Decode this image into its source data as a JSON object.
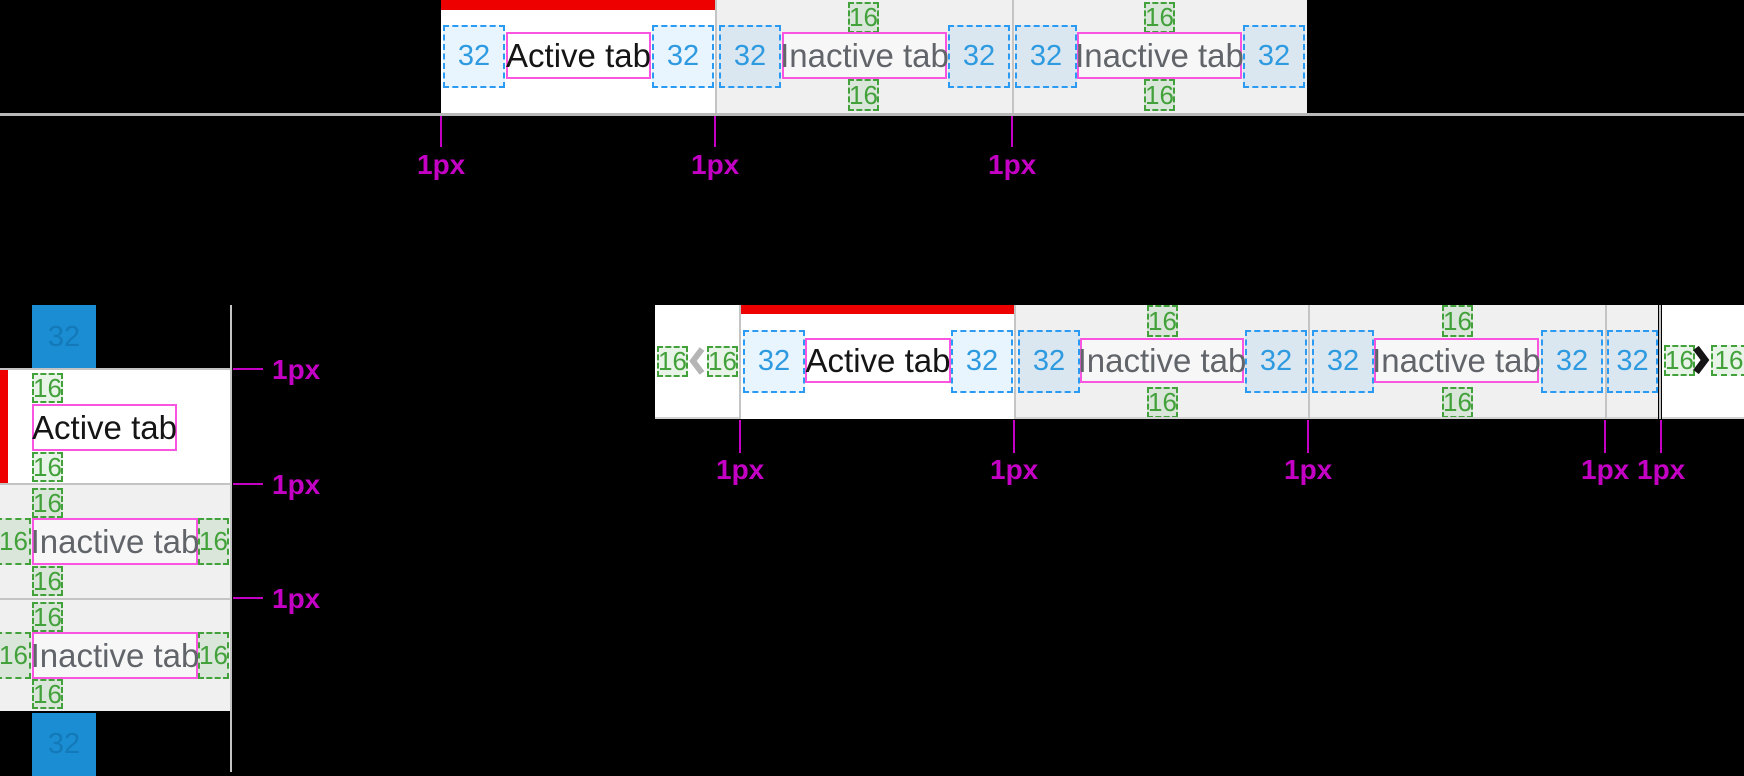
{
  "measure": {
    "gap32": "32",
    "gap16": "16",
    "border1": "1px"
  },
  "tabs": {
    "active": "Active tab",
    "inactive": "Inactive tab"
  },
  "colors": {
    "canvas": "#000000",
    "active_tab_bg": "#ffffff",
    "inactive_tab_bg": "#f0f0f0",
    "active_indicator_red": "#ee0000",
    "divider_gray": "#c4c4c4",
    "measure_blue": "#2b9af3",
    "measure_green": "#43a13c",
    "measure_pink": "#fa55e0",
    "measure_magenta": "#c400c4",
    "spacer_solid_blue": "#1b8dd2",
    "active_text": "#151515",
    "inactive_text": "#61656a",
    "chevron_disabled": "#b5b5b5",
    "chevron_enabled": "#151515"
  },
  "icons": {
    "scroll_left": "chevron-left-icon",
    "scroll_right": "chevron-right-icon"
  }
}
